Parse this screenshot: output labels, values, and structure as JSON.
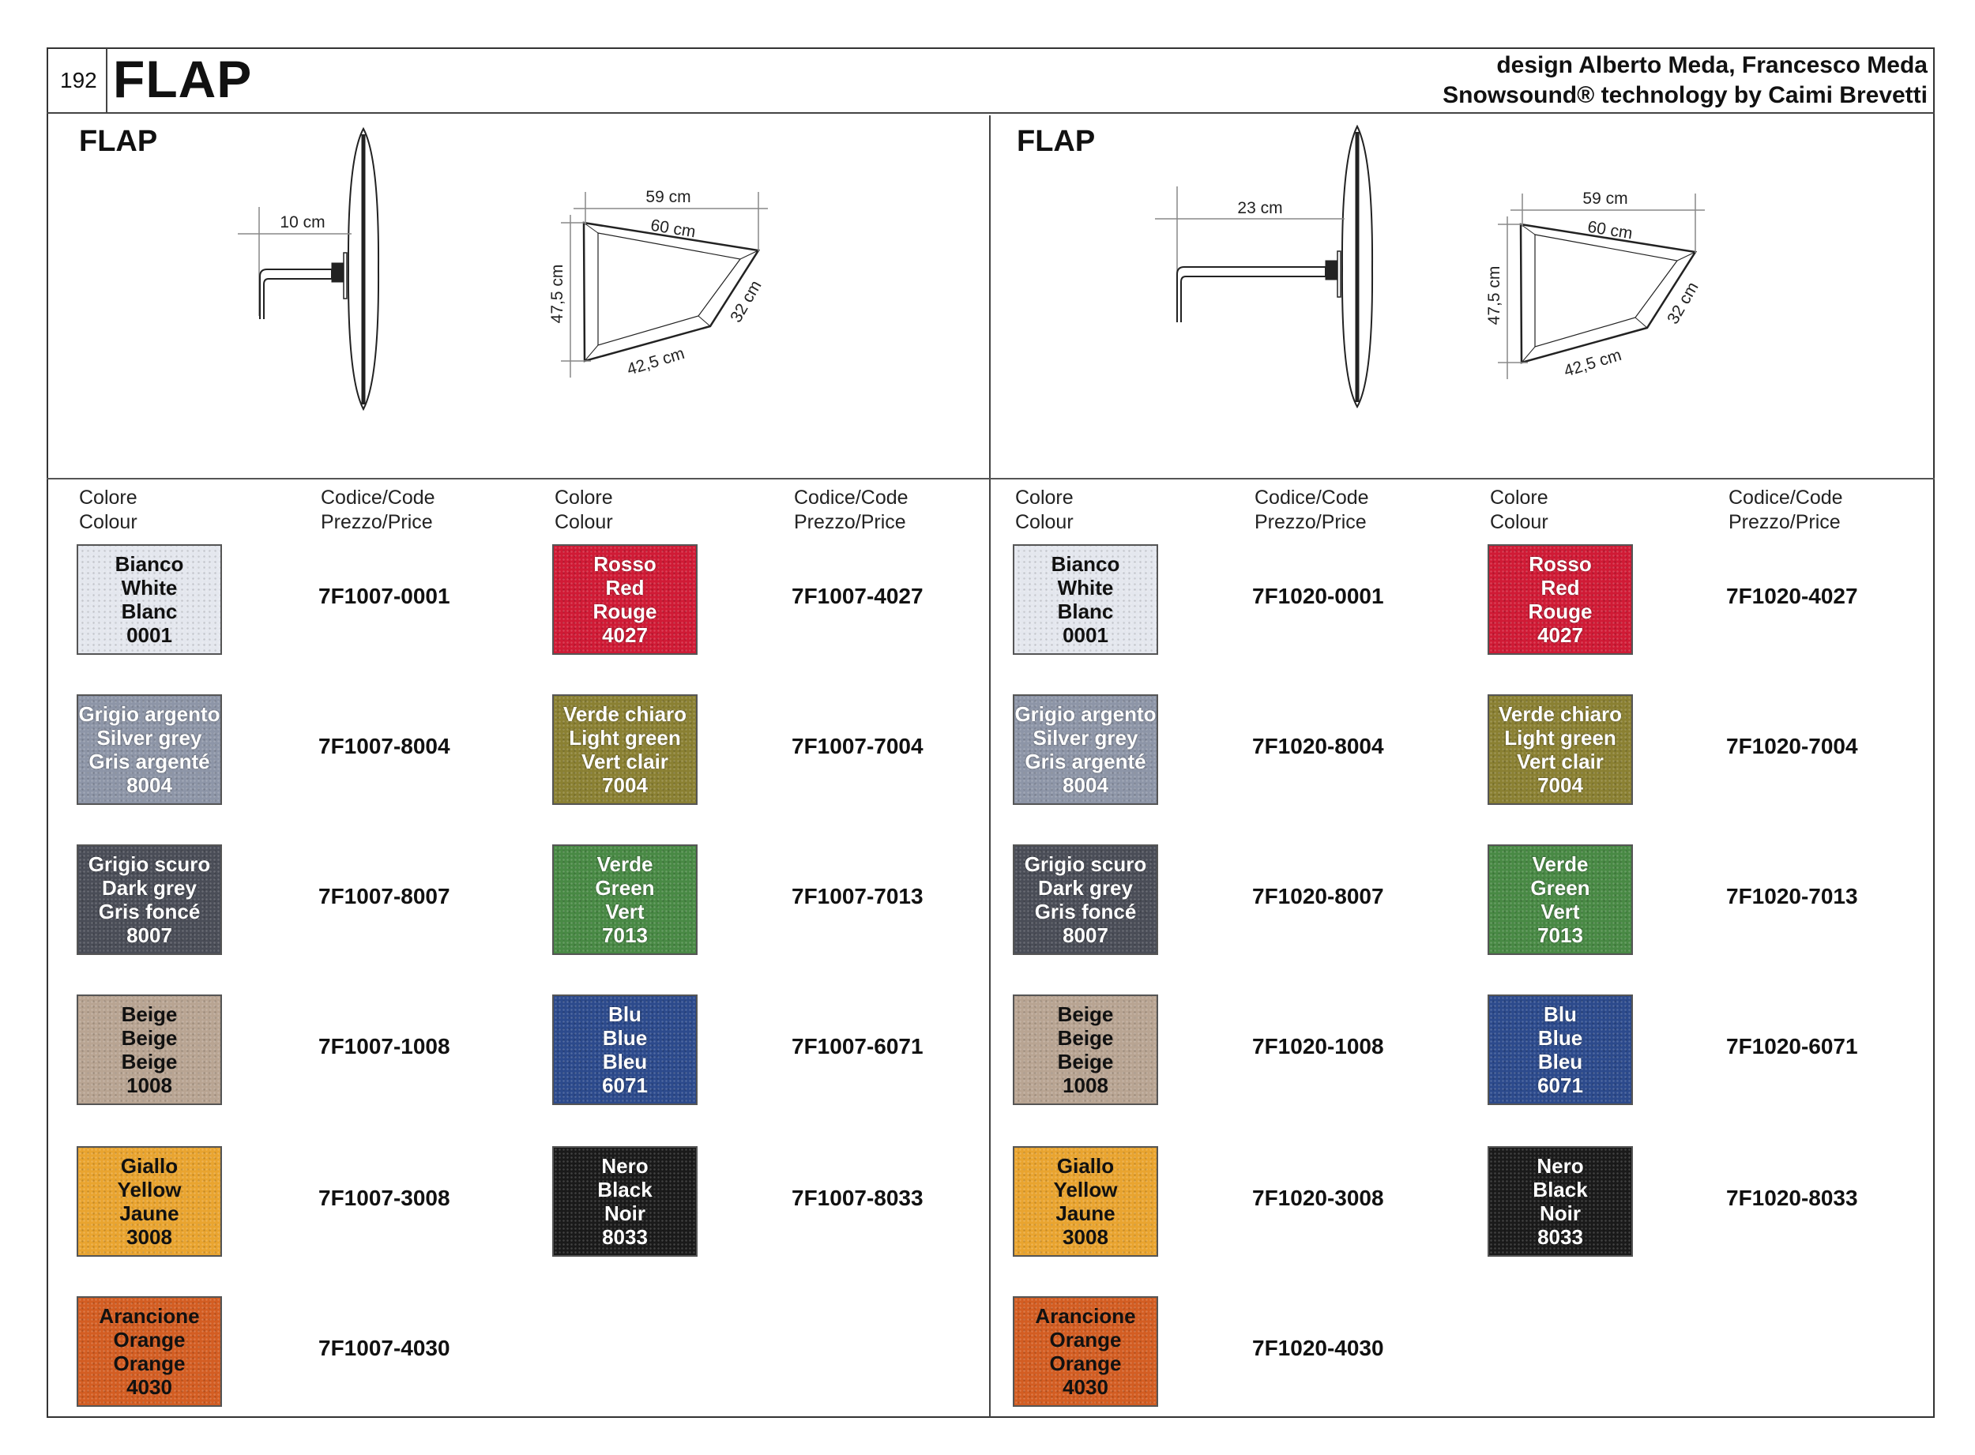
{
  "header": {
    "page_number": "192",
    "title": "FLAP",
    "credits_line1": "design Alberto Meda, Francesco Meda",
    "credits_line2": "Snowsound® technology by Caimi Brevetti"
  },
  "labels": {
    "colour": [
      "Colore",
      "Colour"
    ],
    "code": [
      "Codice/Code",
      "Prezzo/Price"
    ]
  },
  "sections": [
    {
      "title": "FLAP",
      "dims": {
        "depth": "10 cm",
        "width": "59 cm",
        "top": "60 cm",
        "height": "47,5 cm",
        "side": "32 cm",
        "bottom": "42,5 cm"
      },
      "columns": [
        [
          {
            "names": [
              "Bianco",
              "White",
              "Blanc",
              "0001"
            ],
            "code": "7F1007-0001",
            "color": "#e4e7ee",
            "text": "light"
          },
          {
            "names": [
              "Grigio argento",
              "Silver grey",
              "Gris argenté",
              "8004"
            ],
            "code": "7F1007-8004",
            "color": "#8d95a7",
            "text": "dark"
          },
          {
            "names": [
              "Grigio scuro",
              "Dark grey",
              "Gris foncé",
              "8007"
            ],
            "code": "7F1007-8007",
            "color": "#4a4d57",
            "text": "dark"
          },
          {
            "names": [
              "Beige",
              "Beige",
              "Beige",
              "1008"
            ],
            "code": "7F1007-1008",
            "color": "#b8a492",
            "text": "light"
          },
          {
            "names": [
              "Giallo",
              "Yellow",
              "Jaune",
              "3008"
            ],
            "code": "7F1007-3008",
            "color": "#e9a42f",
            "text": "light"
          },
          {
            "names": [
              "Arancione",
              "Orange",
              "Orange",
              "4030"
            ],
            "code": "7F1007-4030",
            "color": "#d35d22",
            "text": "light"
          }
        ],
        [
          {
            "names": [
              "Rosso",
              "Red",
              "Rouge",
              "4027"
            ],
            "code": "7F1007-4027",
            "color": "#d01a35",
            "text": "dark"
          },
          {
            "names": [
              "Verde chiaro",
              "Light green",
              "Vert clair",
              "7004"
            ],
            "code": "7F1007-7004",
            "color": "#8a8032",
            "text": "dark"
          },
          {
            "names": [
              "Verde",
              "Green",
              "Vert",
              "7013"
            ],
            "code": "7F1007-7013",
            "color": "#488944",
            "text": "dark"
          },
          {
            "names": [
              "Blu",
              "Blue",
              "Bleu",
              "6071"
            ],
            "code": "7F1007-6071",
            "color": "#2c4a8c",
            "text": "dark"
          },
          {
            "names": [
              "Nero",
              "Black",
              "Noir",
              "8033"
            ],
            "code": "7F1007-8033",
            "color": "#1a1a1a",
            "text": "dark"
          }
        ]
      ]
    },
    {
      "title": "FLAP",
      "dims": {
        "depth": "23 cm",
        "width": "59 cm",
        "top": "60 cm",
        "height": "47,5 cm",
        "side": "32 cm",
        "bottom": "42,5 cm"
      },
      "columns": [
        [
          {
            "names": [
              "Bianco",
              "White",
              "Blanc",
              "0001"
            ],
            "code": "7F1020-0001",
            "color": "#e4e7ee",
            "text": "light"
          },
          {
            "names": [
              "Grigio argento",
              "Silver grey",
              "Gris argenté",
              "8004"
            ],
            "code": "7F1020-8004",
            "color": "#8d95a7",
            "text": "dark"
          },
          {
            "names": [
              "Grigio scuro",
              "Dark grey",
              "Gris foncé",
              "8007"
            ],
            "code": "7F1020-8007",
            "color": "#4a4d57",
            "text": "dark"
          },
          {
            "names": [
              "Beige",
              "Beige",
              "Beige",
              "1008"
            ],
            "code": "7F1020-1008",
            "color": "#b8a492",
            "text": "light"
          },
          {
            "names": [
              "Giallo",
              "Yellow",
              "Jaune",
              "3008"
            ],
            "code": "7F1020-3008",
            "color": "#e9a42f",
            "text": "light"
          },
          {
            "names": [
              "Arancione",
              "Orange",
              "Orange",
              "4030"
            ],
            "code": "7F1020-4030",
            "color": "#d35d22",
            "text": "light"
          }
        ],
        [
          {
            "names": [
              "Rosso",
              "Red",
              "Rouge",
              "4027"
            ],
            "code": "7F1020-4027",
            "color": "#d01a35",
            "text": "dark"
          },
          {
            "names": [
              "Verde chiaro",
              "Light green",
              "Vert clair",
              "7004"
            ],
            "code": "7F1020-7004",
            "color": "#8a8032",
            "text": "dark"
          },
          {
            "names": [
              "Verde",
              "Green",
              "Vert",
              "7013"
            ],
            "code": "7F1020-7013",
            "color": "#488944",
            "text": "dark"
          },
          {
            "names": [
              "Blu",
              "Blue",
              "Bleu",
              "6071"
            ],
            "code": "7F1020-6071",
            "color": "#2c4a8c",
            "text": "dark"
          },
          {
            "names": [
              "Nero",
              "Black",
              "Noir",
              "8033"
            ],
            "code": "7F1020-8033",
            "color": "#1a1a1a",
            "text": "dark"
          }
        ]
      ]
    }
  ]
}
